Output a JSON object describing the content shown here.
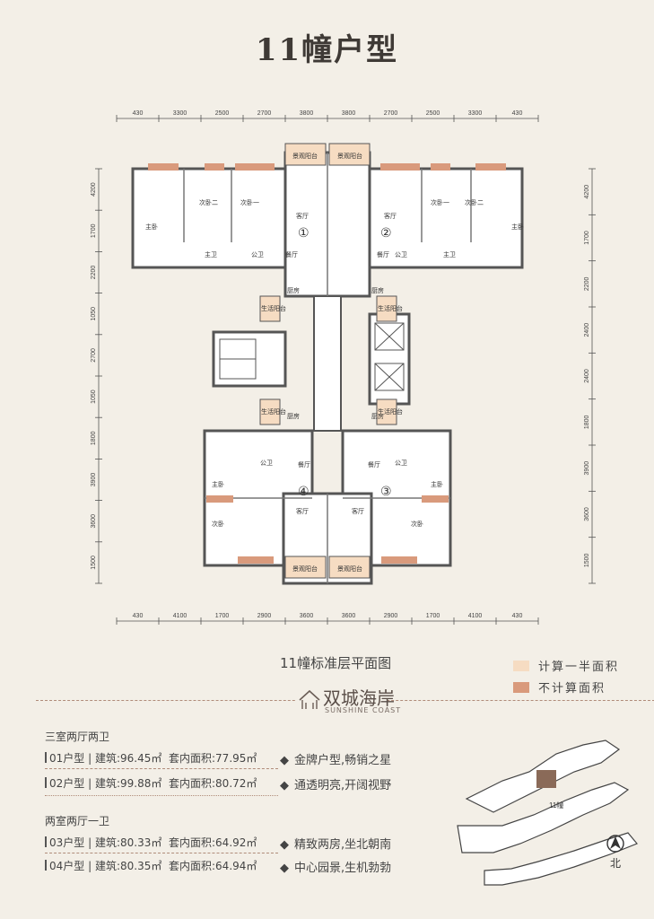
{
  "title": "11幢户型",
  "plan": {
    "top_dims": [
      "430",
      "3300",
      "2500",
      "2700",
      "3800",
      "3800",
      "2700",
      "2500",
      "3300",
      "430"
    ],
    "bottom_dims": [
      "430",
      "4100",
      "1700",
      "2900",
      "3600",
      "3600",
      "2900",
      "1700",
      "4100",
      "430"
    ],
    "left_dims": [
      "4200",
      "1700",
      "2200",
      "1050",
      "2700",
      "1050",
      "1800",
      "3900",
      "3600",
      "1500"
    ],
    "right_dims": [
      "4200",
      "1700",
      "2200",
      "2400",
      "2400",
      "1800",
      "3900",
      "3600",
      "1500"
    ],
    "unit_numbers": [
      "①",
      "②",
      "③",
      "④"
    ],
    "room_labels": {
      "balcony": "景观阳台",
      "living": "客厅",
      "dining": "餐厅",
      "kitchen": "厨房",
      "master_bed": "主卧",
      "second_bed_1": "次卧一",
      "second_bed_2": "次卧二",
      "second_bed": "次卧",
      "master_bath": "主卫",
      "public_bath": "公卫",
      "utility_balcony": "生活阳台"
    }
  },
  "plan_title": "11幢标准层平面图",
  "legend": [
    {
      "label": "计算一半面积",
      "color": "#f6dcc2"
    },
    {
      "label": "不计算面积",
      "color": "#d99a7c"
    }
  ],
  "logo": {
    "cn": "双城海岸",
    "en": "SUNSHINE COAST"
  },
  "groups": [
    {
      "heading": "三室两厅两卫",
      "units": [
        {
          "name": "01户型",
          "build": "建筑:96.45㎡",
          "inner": "套内面积:77.95㎡",
          "feature": "金牌户型,畅销之星"
        },
        {
          "name": "02户型",
          "build": "建筑:99.88㎡",
          "inner": "套内面积:80.72㎡",
          "feature": "通透明亮,开阔视野"
        }
      ]
    },
    {
      "heading": "两室两厅一卫",
      "units": [
        {
          "name": "03户型",
          "build": "建筑:80.33㎡",
          "inner": "套内面积:64.92㎡",
          "feature": "精致两房,坐北朝南"
        },
        {
          "name": "04户型",
          "build": "建筑:80.35㎡",
          "inner": "套内面积:64.94㎡",
          "feature": "中心园景,生机勃勃"
        }
      ]
    }
  ],
  "bullet": "◆",
  "keymap": {
    "building_label": "11幢",
    "north_label": "北"
  }
}
